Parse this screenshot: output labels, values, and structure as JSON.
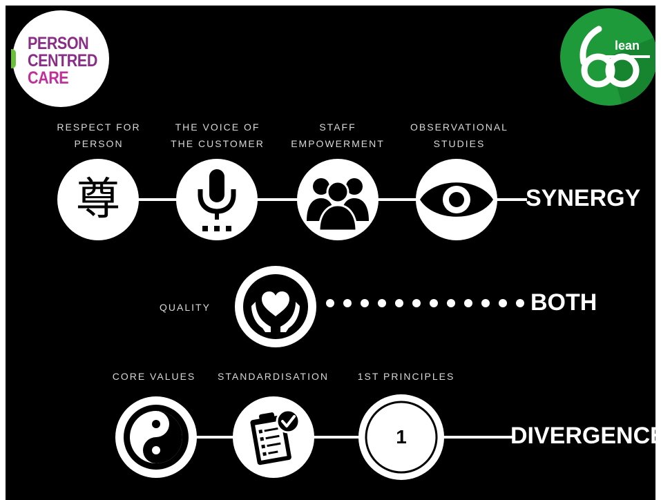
{
  "logos": {
    "person_centred_care": [
      "PERSON",
      "CENTRED",
      "CARE"
    ],
    "lean": "lean"
  },
  "rows": {
    "synergy": {
      "label": "SYNERGY",
      "items": [
        {
          "lines": [
            "RESPECT FOR",
            "PERSON"
          ],
          "icon": "kanji-respect-icon",
          "glyph": "尊"
        },
        {
          "lines": [
            "THE VOICE OF",
            "THE CUSTOMER"
          ],
          "icon": "microphone-icon"
        },
        {
          "lines": [
            "STAFF",
            "EMPOWERMENT"
          ],
          "icon": "people-group-icon"
        },
        {
          "lines": [
            "OBSERVATIONAL",
            "STUDIES"
          ],
          "icon": "eye-icon"
        }
      ]
    },
    "both": {
      "label": "BOTH",
      "items": [
        {
          "lines": [
            "QUALITY"
          ],
          "icon": "heart-in-hands-icon"
        }
      ]
    },
    "divergence": {
      "label": "DIVERGENCE",
      "items": [
        {
          "lines": [
            "CORE VALUES"
          ],
          "icon": "yin-yang-icon"
        },
        {
          "lines": [
            "STANDARDISATION"
          ],
          "icon": "checklist-clipboard-icon"
        },
        {
          "lines": [
            "1ST PRINCIPLES"
          ],
          "icon": "number-one-icon",
          "glyph": "1"
        }
      ]
    }
  },
  "colors": {
    "background": "#000000",
    "foreground": "#ffffff",
    "pcc_purple": "#8a2d86",
    "pcc_magenta": "#c0309a",
    "lean_green": "#1f9a3a"
  }
}
